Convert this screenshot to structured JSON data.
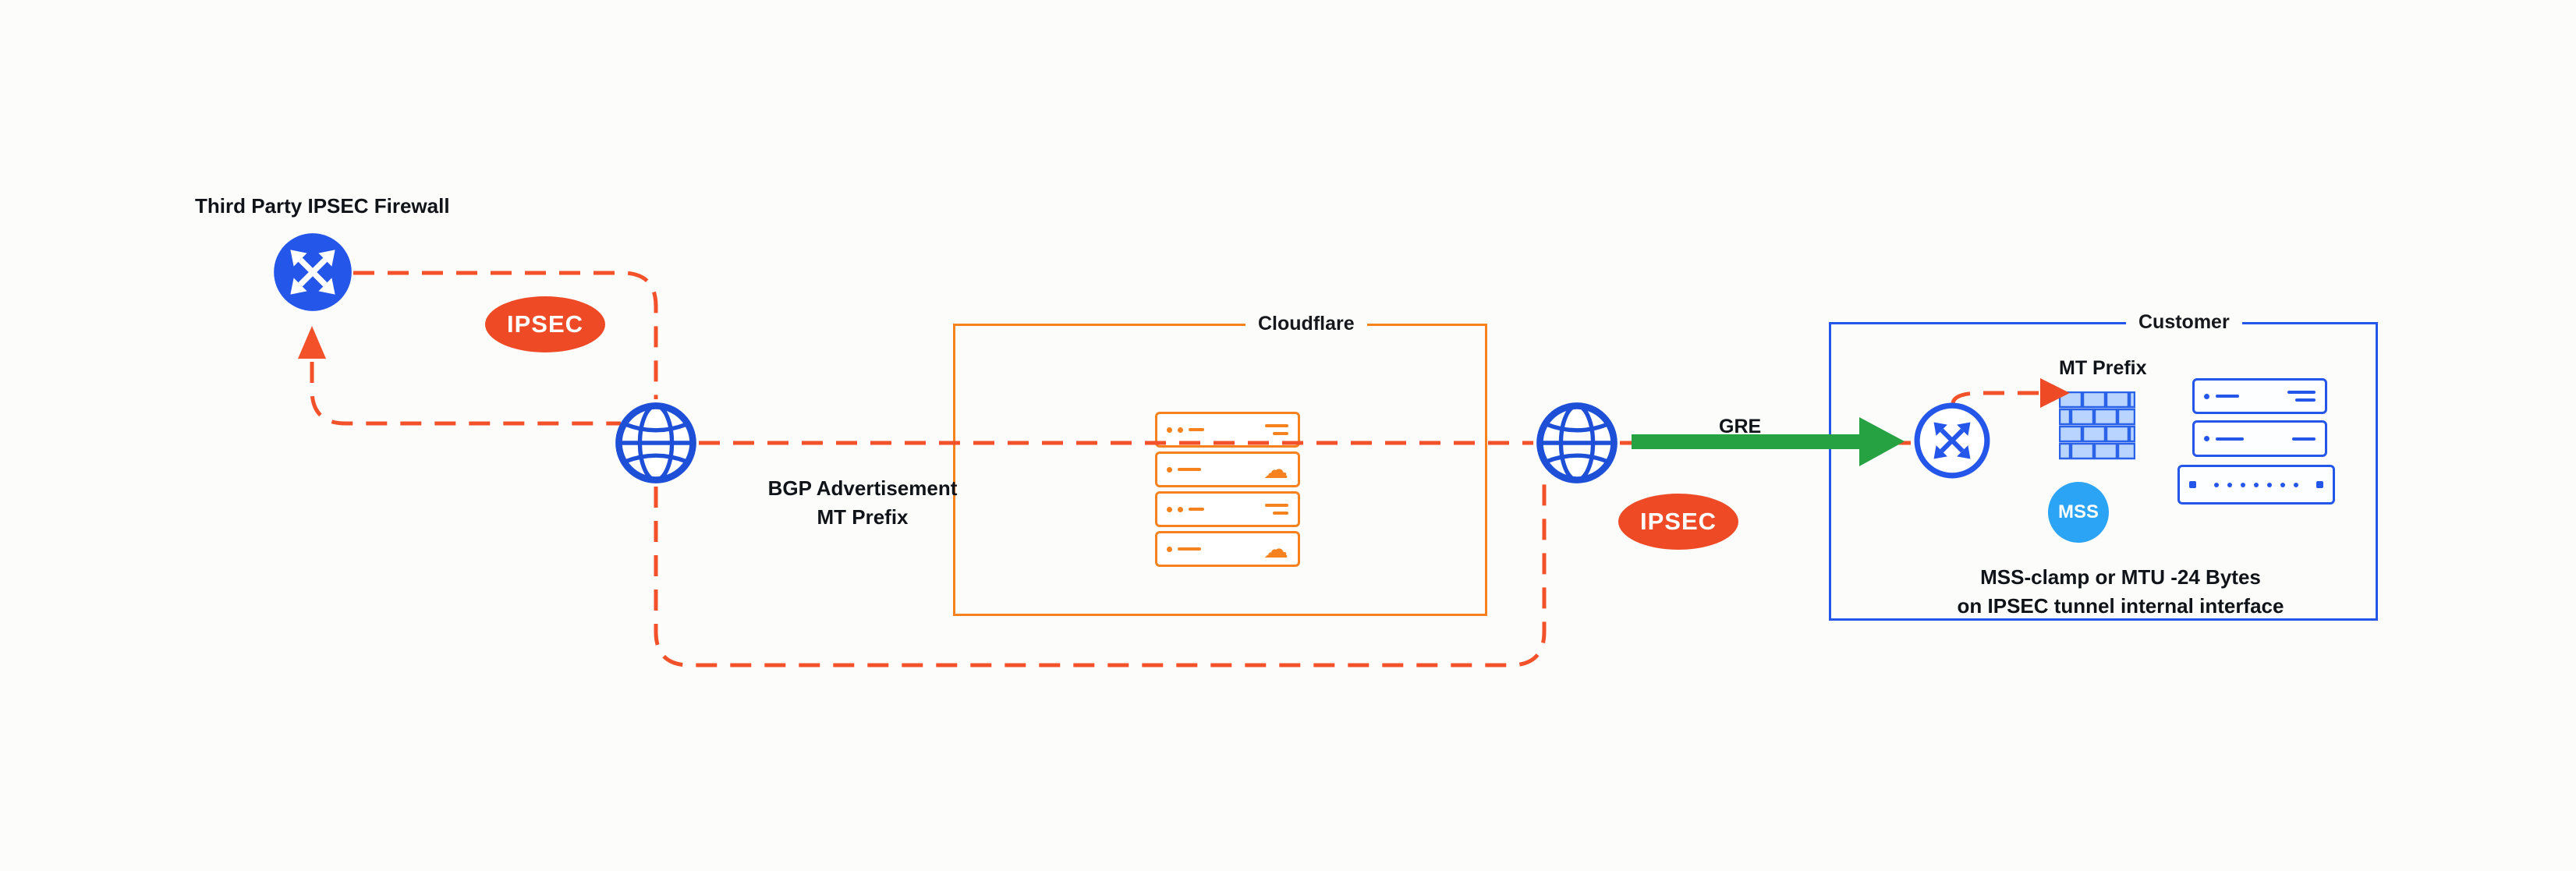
{
  "colors": {
    "background": "#fcfcfb",
    "cloudflare_orange": "#f6821f",
    "blue": "#2456ea",
    "globe_blue": "#1d4fd7",
    "red_orange_line": "#f2512a",
    "red_orange_fill": "#ee4a26",
    "green_arrow": "#27a243",
    "mss_sky_blue": "#2ba4f6",
    "text": "#101418"
  },
  "icons": {
    "router": "crossed-arrows-circle",
    "internet_edge": "globe",
    "data_center": "server-stack",
    "cloud": "cloud-glyph",
    "firewall": "brick-wall",
    "customer_servers": "rack-stack"
  },
  "labels": {
    "third_party_firewall": "Third Party IPSEC Firewall",
    "ipsec_left": "IPSEC",
    "ipsec_right": "IPSEC",
    "bgp_line1": "BGP Advertisement",
    "bgp_line2": "MT Prefix",
    "cloudflare": "Cloudflare",
    "gre": "GRE",
    "customer": "Customer",
    "mt_prefix": "MT Prefix",
    "mss": "MSS",
    "mss_note_line1": "MSS-clamp or MTU -24 Bytes",
    "mss_note_line2": "on IPSEC tunnel internal interface"
  }
}
